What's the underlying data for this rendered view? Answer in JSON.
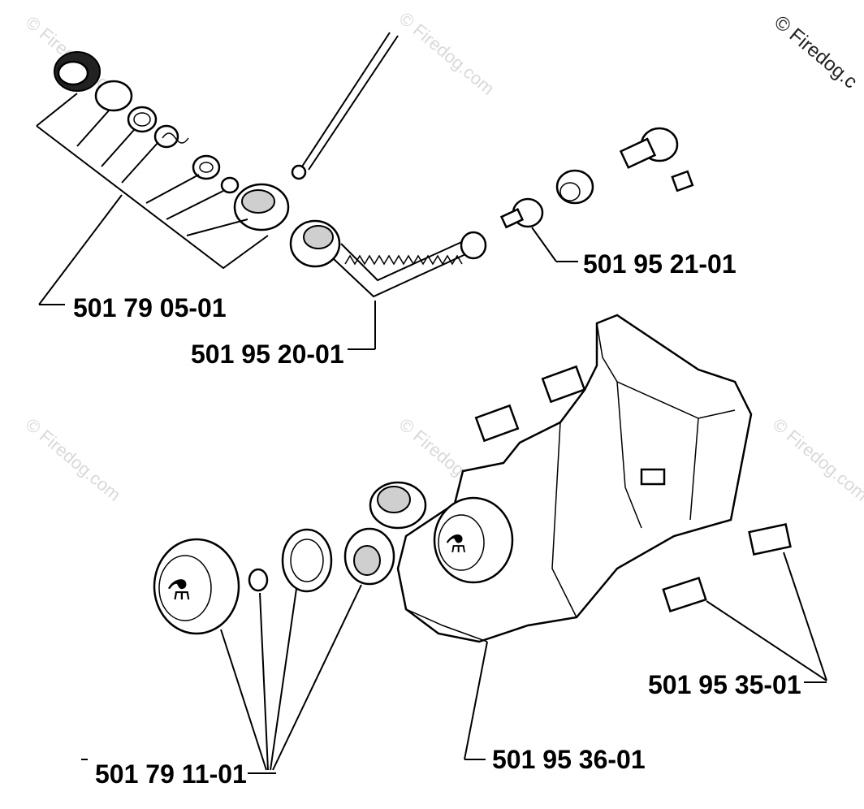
{
  "watermark": {
    "corner_text": "© Firedog.c",
    "tile_text": "© Firedog.com"
  },
  "parts": [
    {
      "id": "p1",
      "number": "501 79 05-01"
    },
    {
      "id": "p2",
      "number": "501 95 20-01"
    },
    {
      "id": "p3",
      "number": "501 95 21-01"
    },
    {
      "id": "p4",
      "number": "501 95 35-01"
    },
    {
      "id": "p5",
      "number": "501 95 36-01"
    },
    {
      "id": "p6",
      "number": "501 79 11-01"
    }
  ],
  "colors": {
    "line": "#000000",
    "background": "#ffffff",
    "watermark": "#d9d9d9"
  }
}
